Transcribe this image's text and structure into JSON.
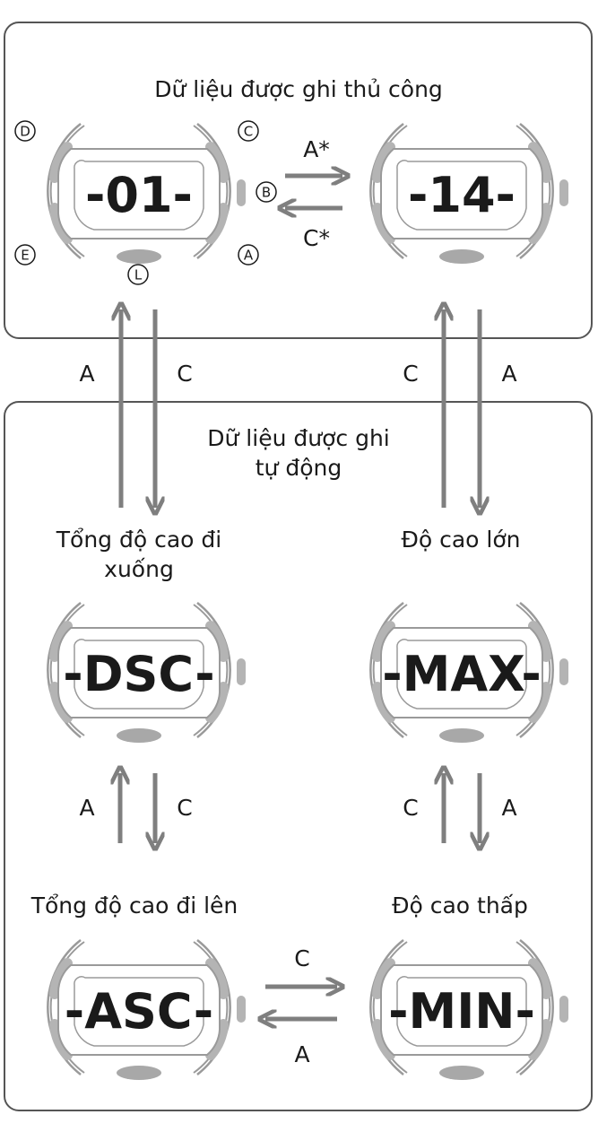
{
  "manual": {
    "title": "Dữ liệu được ghi thủ công",
    "display_left": "-01-",
    "display_right": "-14-",
    "arrow_right_label": "A*",
    "arrow_left_label": "C*",
    "buttons": {
      "d": "D",
      "c": "C",
      "b": "B",
      "e": "E",
      "a": "A",
      "l": "L"
    }
  },
  "auto": {
    "title_line1": "Dữ liệu được ghi",
    "title_line2": "tự động",
    "dsc_label_line1": "Tổng độ cao đi",
    "dsc_label_line2": "xuống",
    "max_label": "Độ cao lớn",
    "asc_label": "Tổng độ cao đi lên",
    "min_label": "Độ cao thấp",
    "display_dsc": "-DSC-",
    "display_max": "-MAX-",
    "display_asc": "-ASC-",
    "display_min": "-MIN-"
  },
  "arrow_labels": {
    "top_left_up": "A",
    "top_left_down": "C",
    "top_right_up": "C",
    "top_right_down": "A",
    "mid_left_up": "A",
    "mid_left_down": "C",
    "mid_right_up": "C",
    "mid_right_down": "A",
    "bottom_right": "C",
    "bottom_left": "A"
  },
  "colors": {
    "arrow": "#7f7f7f",
    "frame": "#555555",
    "watch_outline": "#9a9a9a",
    "watch_bezel": "#b4b4b4",
    "light_button": "#a8a8a8"
  }
}
